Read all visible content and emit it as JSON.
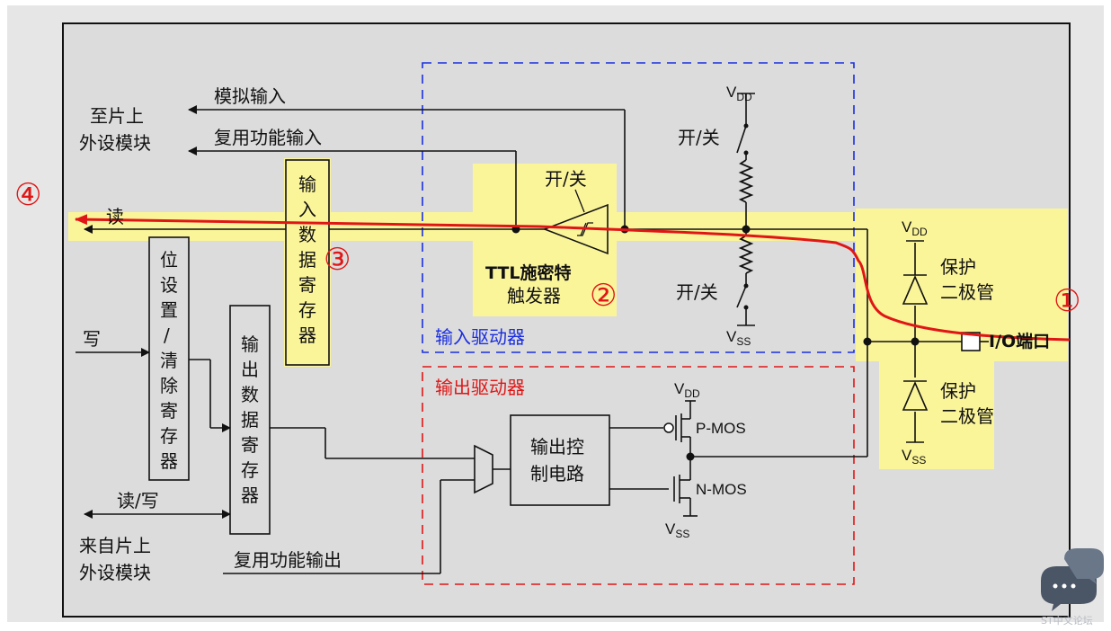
{
  "labels": {
    "analog_input": "模拟输入",
    "to_peripheral_l1": "至片上",
    "to_peripheral_l2": "外设模块",
    "alt_func_input": "复用功能输入",
    "read": "读",
    "input_data_register": [
      "输",
      "入",
      "数",
      "据",
      "寄",
      "存",
      "器"
    ],
    "schmitt_switch": "开/关",
    "ttl_schmitt_l1": "TTL施密特",
    "ttl_schmitt_l2": "触发器",
    "input_driver": "输入驱动器",
    "output_driver": "输出驱动器",
    "vdd": "V",
    "vdd_sub": "DD",
    "vss": "V",
    "vss_sub": "SS",
    "switch_top": "开/关",
    "switch_bottom": "开/关",
    "protect_diode_top_l1": "保护",
    "protect_diode_top_l2": "二极管",
    "protect_diode_bottom_l1": "保护",
    "protect_diode_bottom_l2": "二极管",
    "io_port": "I/O端口",
    "write": "写",
    "bit_set_reset_register": [
      "位",
      "设",
      "置",
      "/",
      "清",
      "除",
      "寄",
      "存",
      "器"
    ],
    "output_data_register": [
      "输",
      "出",
      "数",
      "据",
      "寄",
      "存",
      "器"
    ],
    "read_write": "读/写",
    "from_peripheral_l1": "来自片上",
    "from_peripheral_l2": "外设模块",
    "alt_func_output": "复用功能输出",
    "output_control_l1": "输出控",
    "output_control_l2": "制电路",
    "pmos": "P-MOS",
    "nmos": "N-MOS",
    "num_1": "①",
    "num_2": "②",
    "num_3": "③",
    "num_4": "④",
    "watermark": "ST中文论坛"
  },
  "colors": {
    "background": "#dcdcdc",
    "highlight": "#fbf59a",
    "signal_path": "#e01616",
    "input_driver_box": "#1a2ee0",
    "output_driver_box": "#e01616",
    "line": "#111111"
  }
}
